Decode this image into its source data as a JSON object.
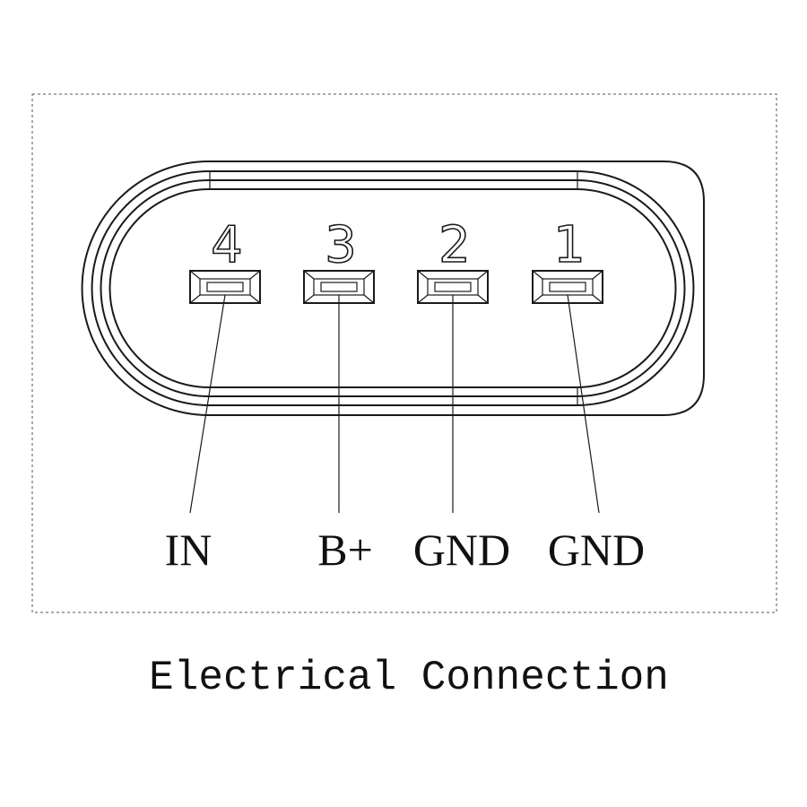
{
  "diagram": {
    "caption": "Electrical Connection",
    "connector_type": "4-pin connector",
    "pins": [
      {
        "number": "4",
        "signal": "IN"
      },
      {
        "number": "3",
        "signal": "B+"
      },
      {
        "number": "2",
        "signal": "GND"
      },
      {
        "number": "1",
        "signal": "GND"
      }
    ]
  }
}
